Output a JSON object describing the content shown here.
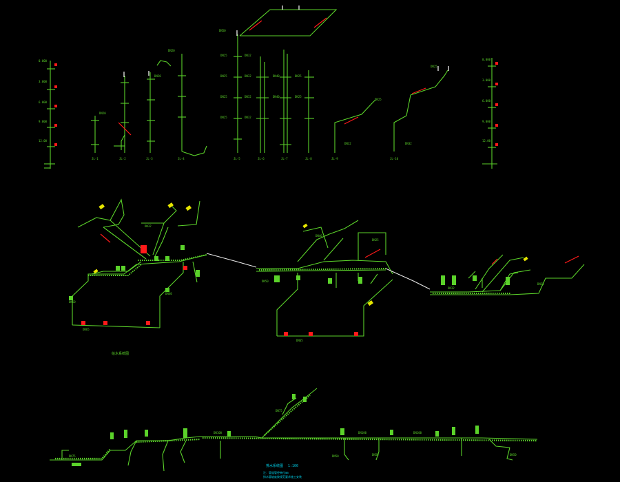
{
  "colors": {
    "background": "#000000",
    "pipe_green": "#5bd22a",
    "pipe_white": "#e8e8e8",
    "label_yellow": "#e6e600",
    "label_red": "#ff1a1a",
    "note_cyan": "#00cfe8",
    "tick_white": "#ffffff"
  },
  "drawing": {
    "riser_labels": [
      "JL-1",
      "JL-2",
      "JL-3",
      "JL-4",
      "JL-5",
      "JL-6",
      "JL-7",
      "JL-8",
      "JL-9",
      "JL-10"
    ],
    "middle_caption": "给水系统图",
    "bottom_title": "排水系统图",
    "bottom_scale": "1:100",
    "bottom_notes": [
      "注：管道管径单位mm",
      "排水管坡度按规范要求施工安装"
    ]
  }
}
